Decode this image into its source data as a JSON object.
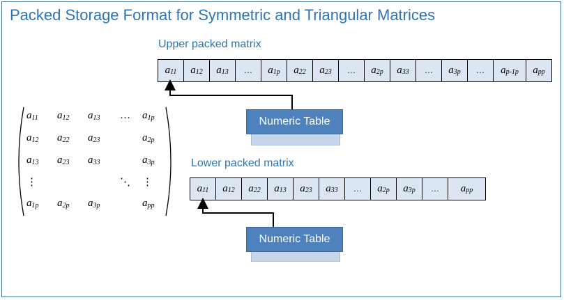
{
  "title": "Packed Storage Format for Symmetric and Triangular Matrices",
  "upper": {
    "label": "Upper packed matrix",
    "cells": [
      {
        "base": "a",
        "sub": "11"
      },
      {
        "base": "a",
        "sub": "12"
      },
      {
        "base": "a",
        "sub": "13"
      },
      {
        "base": "…",
        "sub": ""
      },
      {
        "base": "a",
        "sub": "1p"
      },
      {
        "base": "a",
        "sub": "22"
      },
      {
        "base": "a",
        "sub": "23"
      },
      {
        "base": "…",
        "sub": ""
      },
      {
        "base": "a",
        "sub": "2p"
      },
      {
        "base": "a",
        "sub": "33"
      },
      {
        "base": "…",
        "sub": ""
      },
      {
        "base": "a",
        "sub": "3p"
      },
      {
        "base": "…",
        "sub": ""
      },
      {
        "base": "a",
        "sub": "p-1p"
      },
      {
        "base": "a",
        "sub": "pp"
      }
    ],
    "button": "Numeric Table"
  },
  "lower": {
    "label": "Lower packed matrix",
    "cells": [
      {
        "base": "a",
        "sub": "11"
      },
      {
        "base": "a",
        "sub": "12"
      },
      {
        "base": "a",
        "sub": "22"
      },
      {
        "base": "a",
        "sub": "13"
      },
      {
        "base": "a",
        "sub": "23"
      },
      {
        "base": "a",
        "sub": "33"
      },
      {
        "base": "…",
        "sub": ""
      },
      {
        "base": "a",
        "sub": "2p"
      },
      {
        "base": "a",
        "sub": "3p"
      },
      {
        "base": "…",
        "sub": ""
      },
      {
        "base": "a",
        "sub": "pp"
      }
    ],
    "button": "Numeric Table"
  },
  "matrix": {
    "rows": [
      [
        {
          "base": "a",
          "sub": "11"
        },
        {
          "base": "a",
          "sub": "12"
        },
        {
          "base": "a",
          "sub": "13"
        },
        {
          "base": "…",
          "sub": ""
        },
        {
          "base": "a",
          "sub": "1p"
        }
      ],
      [
        {
          "base": "a",
          "sub": "12"
        },
        {
          "base": "a",
          "sub": "22"
        },
        {
          "base": "a",
          "sub": "23"
        },
        {
          "base": "",
          "sub": ""
        },
        {
          "base": "a",
          "sub": "2p"
        }
      ],
      [
        {
          "base": "a",
          "sub": "13"
        },
        {
          "base": "a",
          "sub": "23"
        },
        {
          "base": "a",
          "sub": "33"
        },
        {
          "base": "",
          "sub": ""
        },
        {
          "base": "a",
          "sub": "3p"
        }
      ],
      [
        {
          "base": "⋮",
          "sub": ""
        },
        {
          "base": "",
          "sub": ""
        },
        {
          "base": "",
          "sub": ""
        },
        {
          "base": "⋱",
          "sub": ""
        },
        {
          "base": "⋮",
          "sub": ""
        }
      ],
      [
        {
          "base": "a",
          "sub": "1p"
        },
        {
          "base": "a",
          "sub": "2p"
        },
        {
          "base": "a",
          "sub": "3p"
        },
        {
          "base": "",
          "sub": ""
        },
        {
          "base": "a",
          "sub": "pp"
        }
      ]
    ]
  },
  "colors": {
    "title": "#2e74b5",
    "cell_fill": "#dce6f2",
    "button_fill": "#4f81bd"
  }
}
